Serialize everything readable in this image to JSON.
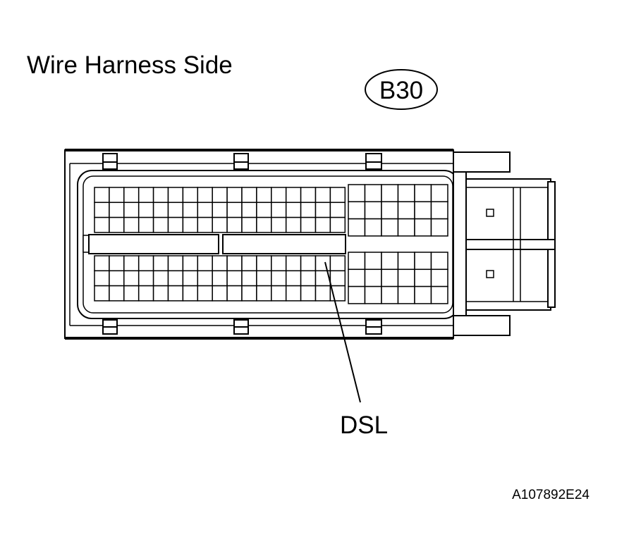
{
  "title": "Wire Harness Side",
  "connector_code": "B30",
  "terminal_label": "DSL",
  "figure_id": "A107892E24",
  "colors": {
    "line": "#000000",
    "background": "#ffffff"
  }
}
